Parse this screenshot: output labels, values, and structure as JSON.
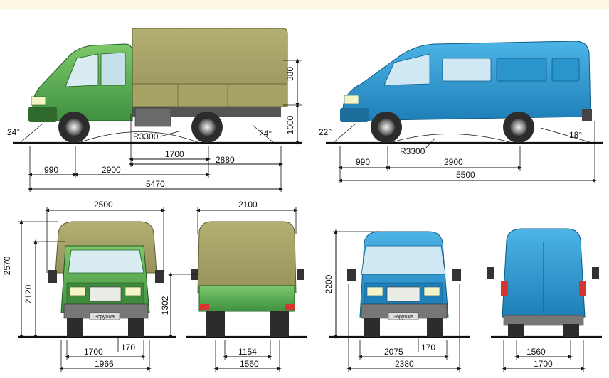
{
  "colors": {
    "truck_cab": "#5db04e",
    "truck_cab_dark": "#3c8a35",
    "tarp": "#a9a566",
    "tarp_dark": "#8e8a4f",
    "van_body": "#2e9fd6",
    "van_dark": "#1c76a9",
    "tire": "#333333",
    "header_bg": "#fdf6e3"
  },
  "truck_side": {
    "h_cargo": "380",
    "h_floor": "1000",
    "angle_front": "24°",
    "angle_rear": "24°",
    "radius": "R3300",
    "body_inner": "1700",
    "wheelbase_body": "2880",
    "overhang_front": "990",
    "wheelbase": "2900",
    "length": "5470"
  },
  "van_side": {
    "angle_front": "22°",
    "angle_rear": "18°",
    "radius": "R3300",
    "overhang_front": "990",
    "wheelbase": "2900",
    "length": "5500"
  },
  "truck_front": {
    "width": "2500",
    "height_total": "2570",
    "height_cab": "2120",
    "track": "1700",
    "clearance": "170",
    "width_body": "1966",
    "badge": "Зорушка"
  },
  "truck_rear": {
    "width": "2100",
    "floor_height": "1302",
    "inner": "1154",
    "track": "1560"
  },
  "van_front": {
    "height": "2200",
    "track": "2075",
    "clearance": "170",
    "width": "2380",
    "badge": "Зорушка"
  },
  "van_rear": {
    "track": "1560",
    "width": "1700"
  }
}
